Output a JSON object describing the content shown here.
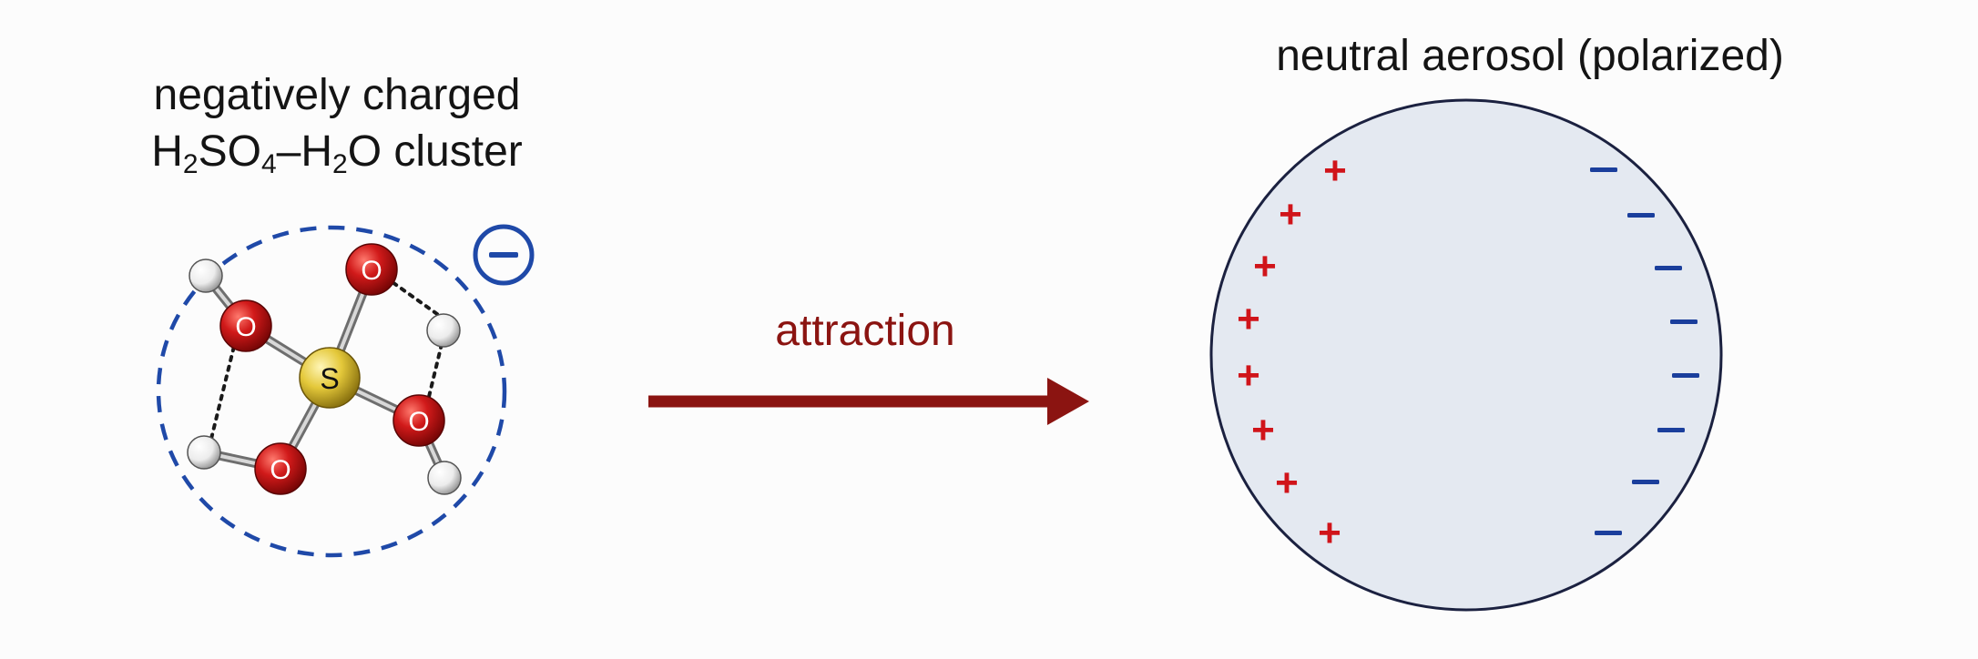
{
  "cluster": {
    "title_line1": "negatively charged",
    "title_h": "H",
    "title_sub2": "2",
    "title_so": "SO",
    "title_sub4": "4",
    "title_dash_h": "–H",
    "title_sub2b": "2",
    "title_o_cluster": "O cluster",
    "charge_symbol": "−",
    "atoms": {
      "sulfur": "S",
      "oxygen": "O"
    }
  },
  "arrow": {
    "label": "attraction"
  },
  "aerosol": {
    "title": "neutral aerosol (polarized)",
    "positive_symbol": "+",
    "negative_symbol": "−"
  },
  "colors": {
    "background": "#fcfcfc",
    "arrow": "#8b1411",
    "dashed_ring": "#1f49a8",
    "positive_charge": "#d0141a",
    "negative_charge": "#1a3e9c",
    "aerosol_fill": "#e4e9f1",
    "aerosol_stroke": "#1b2140",
    "oxygen": "#c81818",
    "sulfur": "#e4c83a",
    "hydrogen": "#f4f4f4"
  }
}
